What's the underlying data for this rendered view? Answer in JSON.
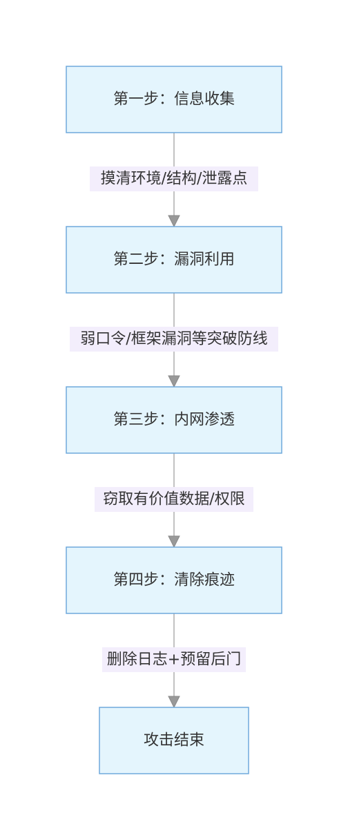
{
  "diagram": {
    "nodes": [
      {
        "id": "step1",
        "label": "第一步：信息收集"
      },
      {
        "id": "step2",
        "label": "第二步：漏洞利用"
      },
      {
        "id": "step3",
        "label": "第三步：内网渗透"
      },
      {
        "id": "step4",
        "label": "第四步：清除痕迹"
      },
      {
        "id": "end",
        "label": "攻击结束"
      }
    ],
    "edges": [
      {
        "from": "step1",
        "to": "step2",
        "label": "摸清环境/结构/泄露点"
      },
      {
        "from": "step2",
        "to": "step3",
        "label": "弱口令/框架漏洞等突破防线"
      },
      {
        "from": "step3",
        "to": "step4",
        "label": "窃取有价值数据/权限"
      },
      {
        "from": "step4",
        "to": "end",
        "label": "删除日志+预留后门"
      }
    ],
    "colors": {
      "node_fill": "#e4f5fd",
      "node_border": "#6fa8dc",
      "edge": "#999999",
      "label_bg": "#f3eefc",
      "text": "#333333"
    }
  }
}
